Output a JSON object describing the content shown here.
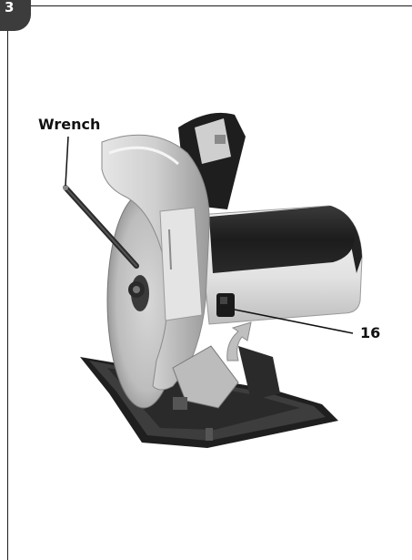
{
  "step": {
    "number": "3"
  },
  "figure": {
    "subject": "circular-saw",
    "callouts": [
      {
        "label": "Wrench"
      },
      {
        "label": "16"
      }
    ],
    "arrow_color": "#bfbfbf"
  }
}
